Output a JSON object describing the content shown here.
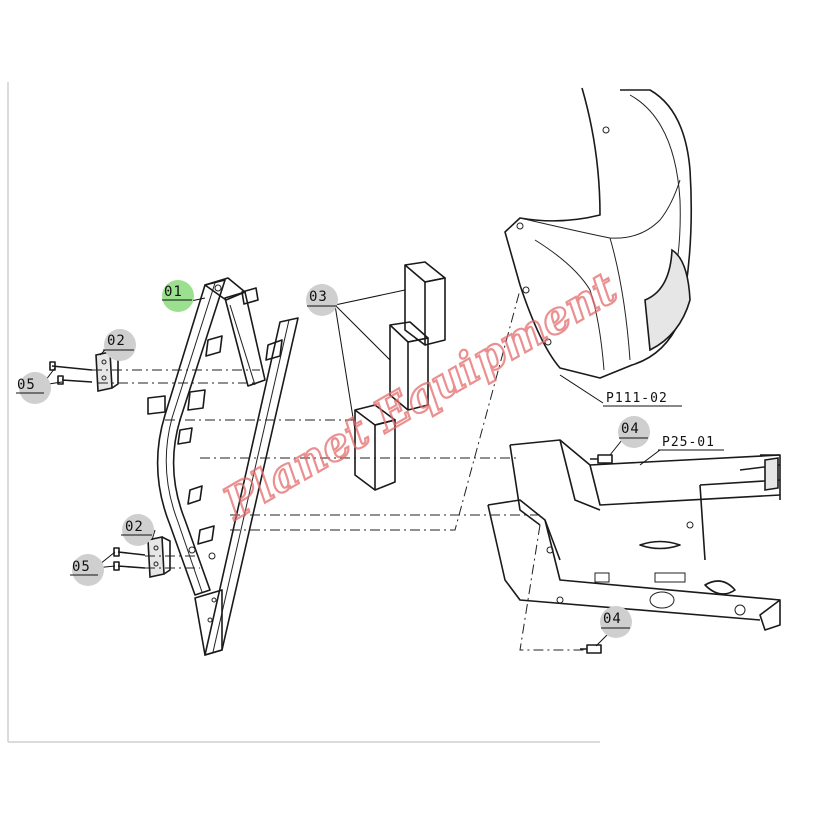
{
  "diagram": {
    "callouts": {
      "c01": "01",
      "c02a": "02",
      "c02b": "02",
      "c03": "03",
      "c04a": "04",
      "c04b": "04",
      "c05a": "05",
      "c05b": "05"
    },
    "references": {
      "hood": "P111-02",
      "chassis": "P25-01"
    },
    "watermark": "Planet Equipment",
    "colors": {
      "highlight_bubble": "#9be08f",
      "bubble": "#cfcfcf",
      "watermark": "#e46b6b"
    }
  }
}
